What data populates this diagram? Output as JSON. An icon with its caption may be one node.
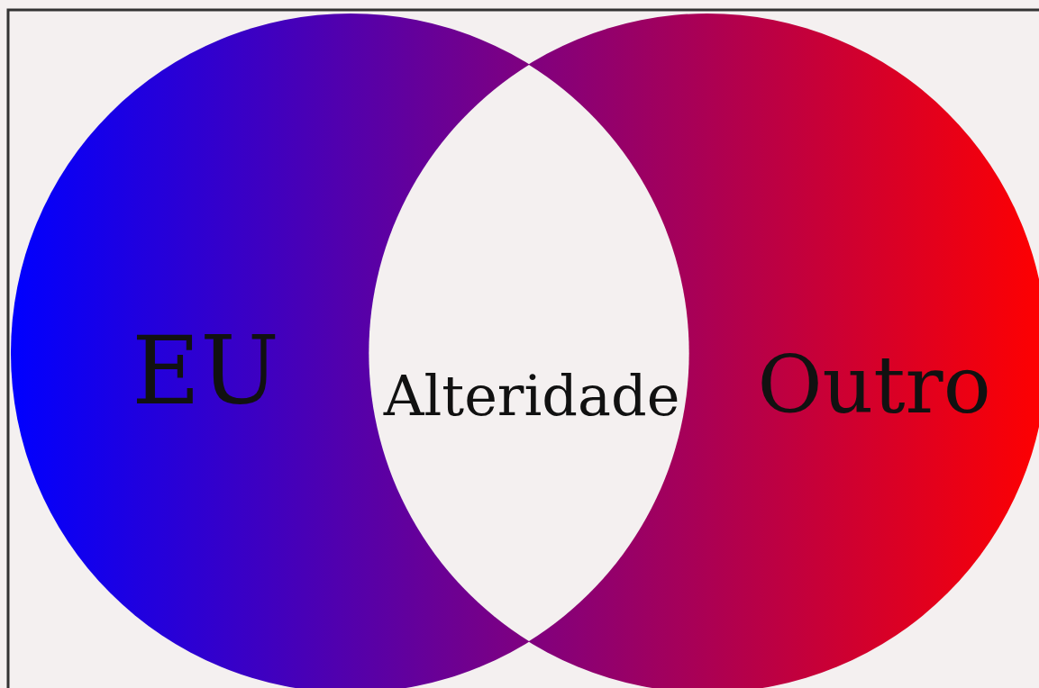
{
  "diagram": {
    "nodes": [
      {
        "text": [
          "EU"
        ]
      },
      {
        "text": [
          "Outro"
        ]
      },
      {
        "text": [
          "Alteridade"
        ]
      }
    ]
  }
}
